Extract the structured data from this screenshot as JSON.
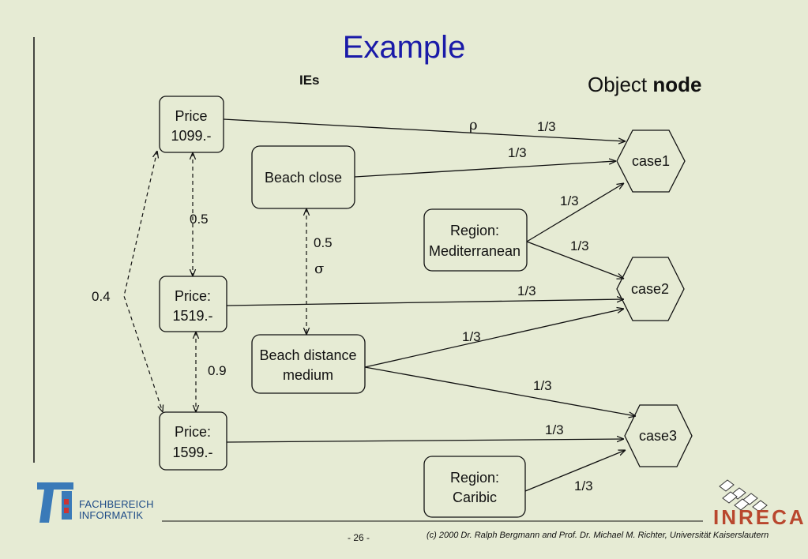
{
  "title": "Example",
  "ies_label": "IEs",
  "object_node": {
    "prefix": "Object",
    "emphasis": "node"
  },
  "nodes": {
    "price_1099": [
      "Price",
      "1099.-"
    ],
    "price_1519": [
      "Price:",
      "1519.-"
    ],
    "price_1599": [
      "Price:",
      "1599.-"
    ],
    "beach_close": [
      "Beach close"
    ],
    "beach_medium": [
      "Beach distance",
      "medium"
    ],
    "region_med": [
      "Region:",
      "Mediterranean"
    ],
    "region_carib": [
      "Region:",
      "Caribic"
    ],
    "case1": "case1",
    "case2": "case2",
    "case3": "case3"
  },
  "edge_labels": {
    "rho": "ρ",
    "sigma": "σ",
    "p1099_case1": "1/3",
    "beach_close_case1": "1/3",
    "med_case1": "1/3",
    "med_case2": "1/3",
    "p1519_case2": "1/3",
    "medium_case2": "1/3",
    "medium_case3": "1/3",
    "p1599_case3": "1/3",
    "carib_case3": "1/3",
    "sim_1099_1519": "0.5",
    "sim_1519_1599": "0.9",
    "sim_1099_1599": "0.4",
    "sim_beach": "0.5"
  },
  "footer": {
    "dept_line1": "FACHBEREICH",
    "dept_line2": "INFORMATIK",
    "page": "- 26 -",
    "copyright": "(c) 2000 Dr. Ralph Bergmann  and Prof. Dr. Michael M. Richter, Universität Kaiserslautern",
    "logo_text": "INRECA"
  },
  "colors": {
    "background": "#e6ebd4",
    "title": "#1a1aa8",
    "inreca": "#b9472e",
    "dept_logo": "#3a7ab8"
  }
}
